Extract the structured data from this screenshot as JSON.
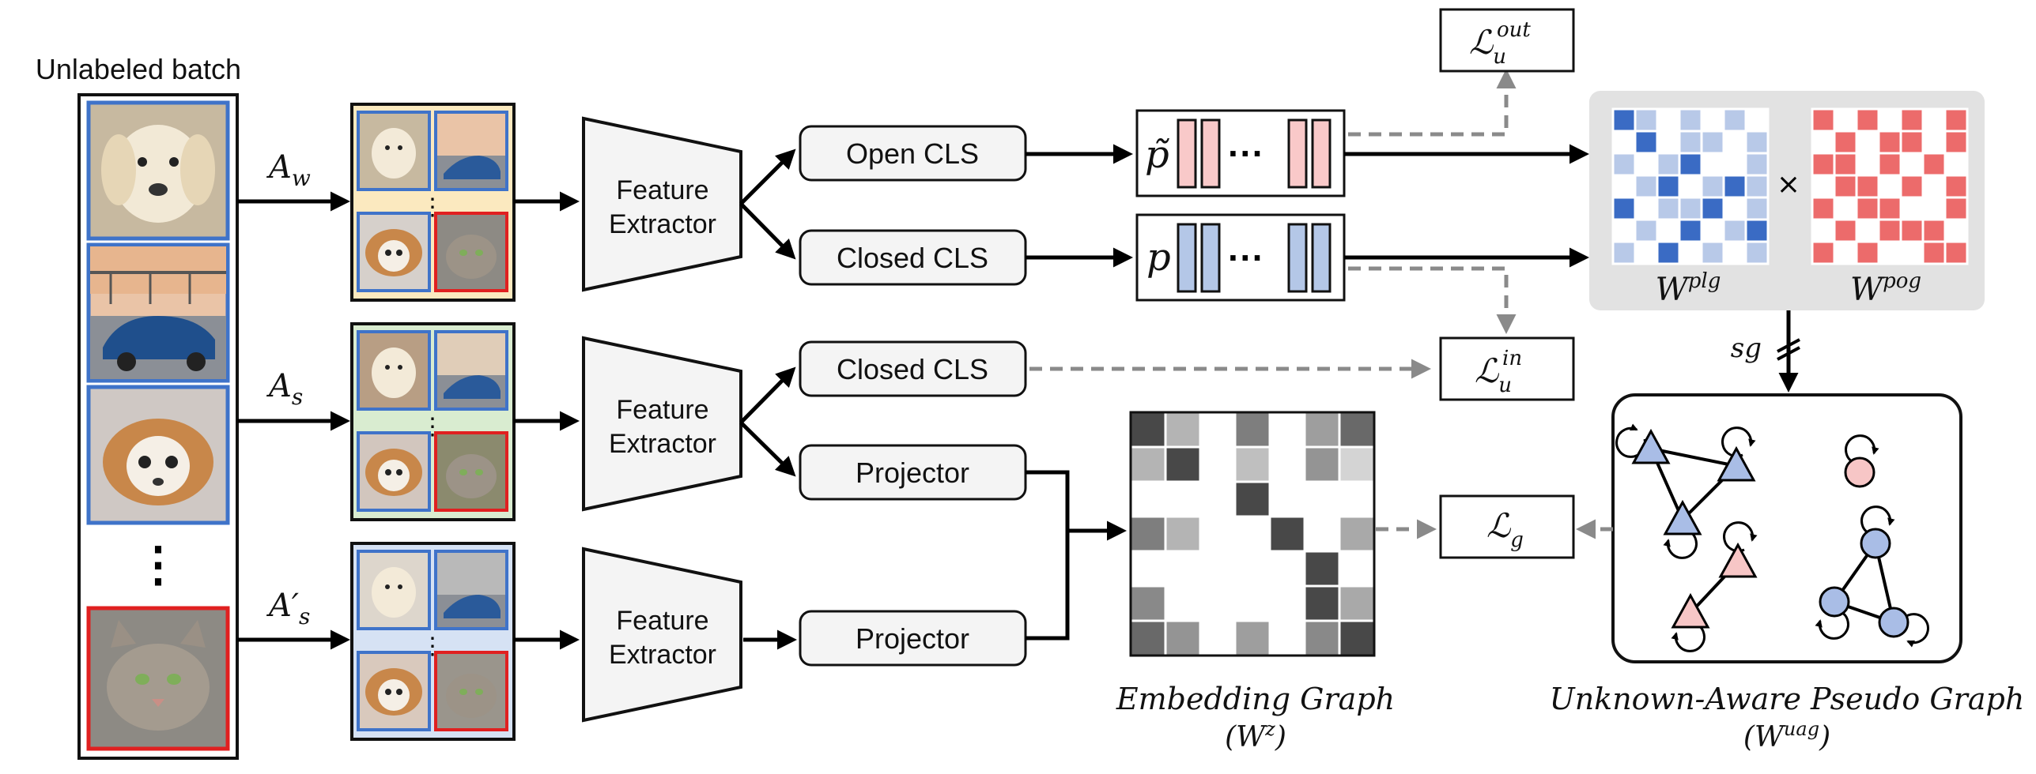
{
  "batch": {
    "title": "Unlabeled batch",
    "ellipsis": "⋮"
  },
  "aug": {
    "weak": "A",
    "weak_sub": "w",
    "strong": "A",
    "strong_sub": "s",
    "strong2": "A′",
    "strong2_sub": "s"
  },
  "extractor": {
    "label_line1": "Feature",
    "label_line2": "Extractor"
  },
  "heads": {
    "open_cls": "Open CLS",
    "closed_cls": "Closed CLS",
    "closed_cls_2": "Closed CLS",
    "projector_1": "Projector",
    "projector_2": "Projector"
  },
  "preds": {
    "open_symbol": "p̃",
    "closed_symbol": "p",
    "dots": "···"
  },
  "losses": {
    "out": {
      "base": "ℒ",
      "sub": "u",
      "sup": "out"
    },
    "in": {
      "base": "ℒ",
      "sub": "u",
      "sup": "in"
    },
    "g": {
      "base": "ℒ",
      "sub": "g"
    }
  },
  "matrices": {
    "plg": {
      "base": "W",
      "sup": "plg"
    },
    "pog": {
      "base": "W",
      "sup": "pog"
    },
    "times": "×",
    "sg": "sg",
    "colors": {
      "plg_dark": "#3a6bc4",
      "plg_light": "#b8c9e8",
      "pog_red": "#ec6b6b",
      "pog_light": "#fad4d4"
    }
  },
  "embedding_graph": {
    "title": "Embedding Graph",
    "symbol": "(W",
    "sup": "z",
    "close": ")"
  },
  "pseudo_graph": {
    "title": "Unknown-Aware Pseudo Graph",
    "symbol": "(W",
    "sup": "uag",
    "close": ")",
    "colors": {
      "known": "#a9bde6",
      "unknown": "#f7c6c6"
    }
  },
  "colors": {
    "blue_border": "#3f73c9",
    "red_border": "#e02020",
    "weak_bg": "#fbe9bf",
    "strong_bg": "#d9ecd0",
    "strong2_bg": "#d6e2f4",
    "open_bar": "#f9c9c9",
    "closed_bar": "#b4c7e7"
  }
}
